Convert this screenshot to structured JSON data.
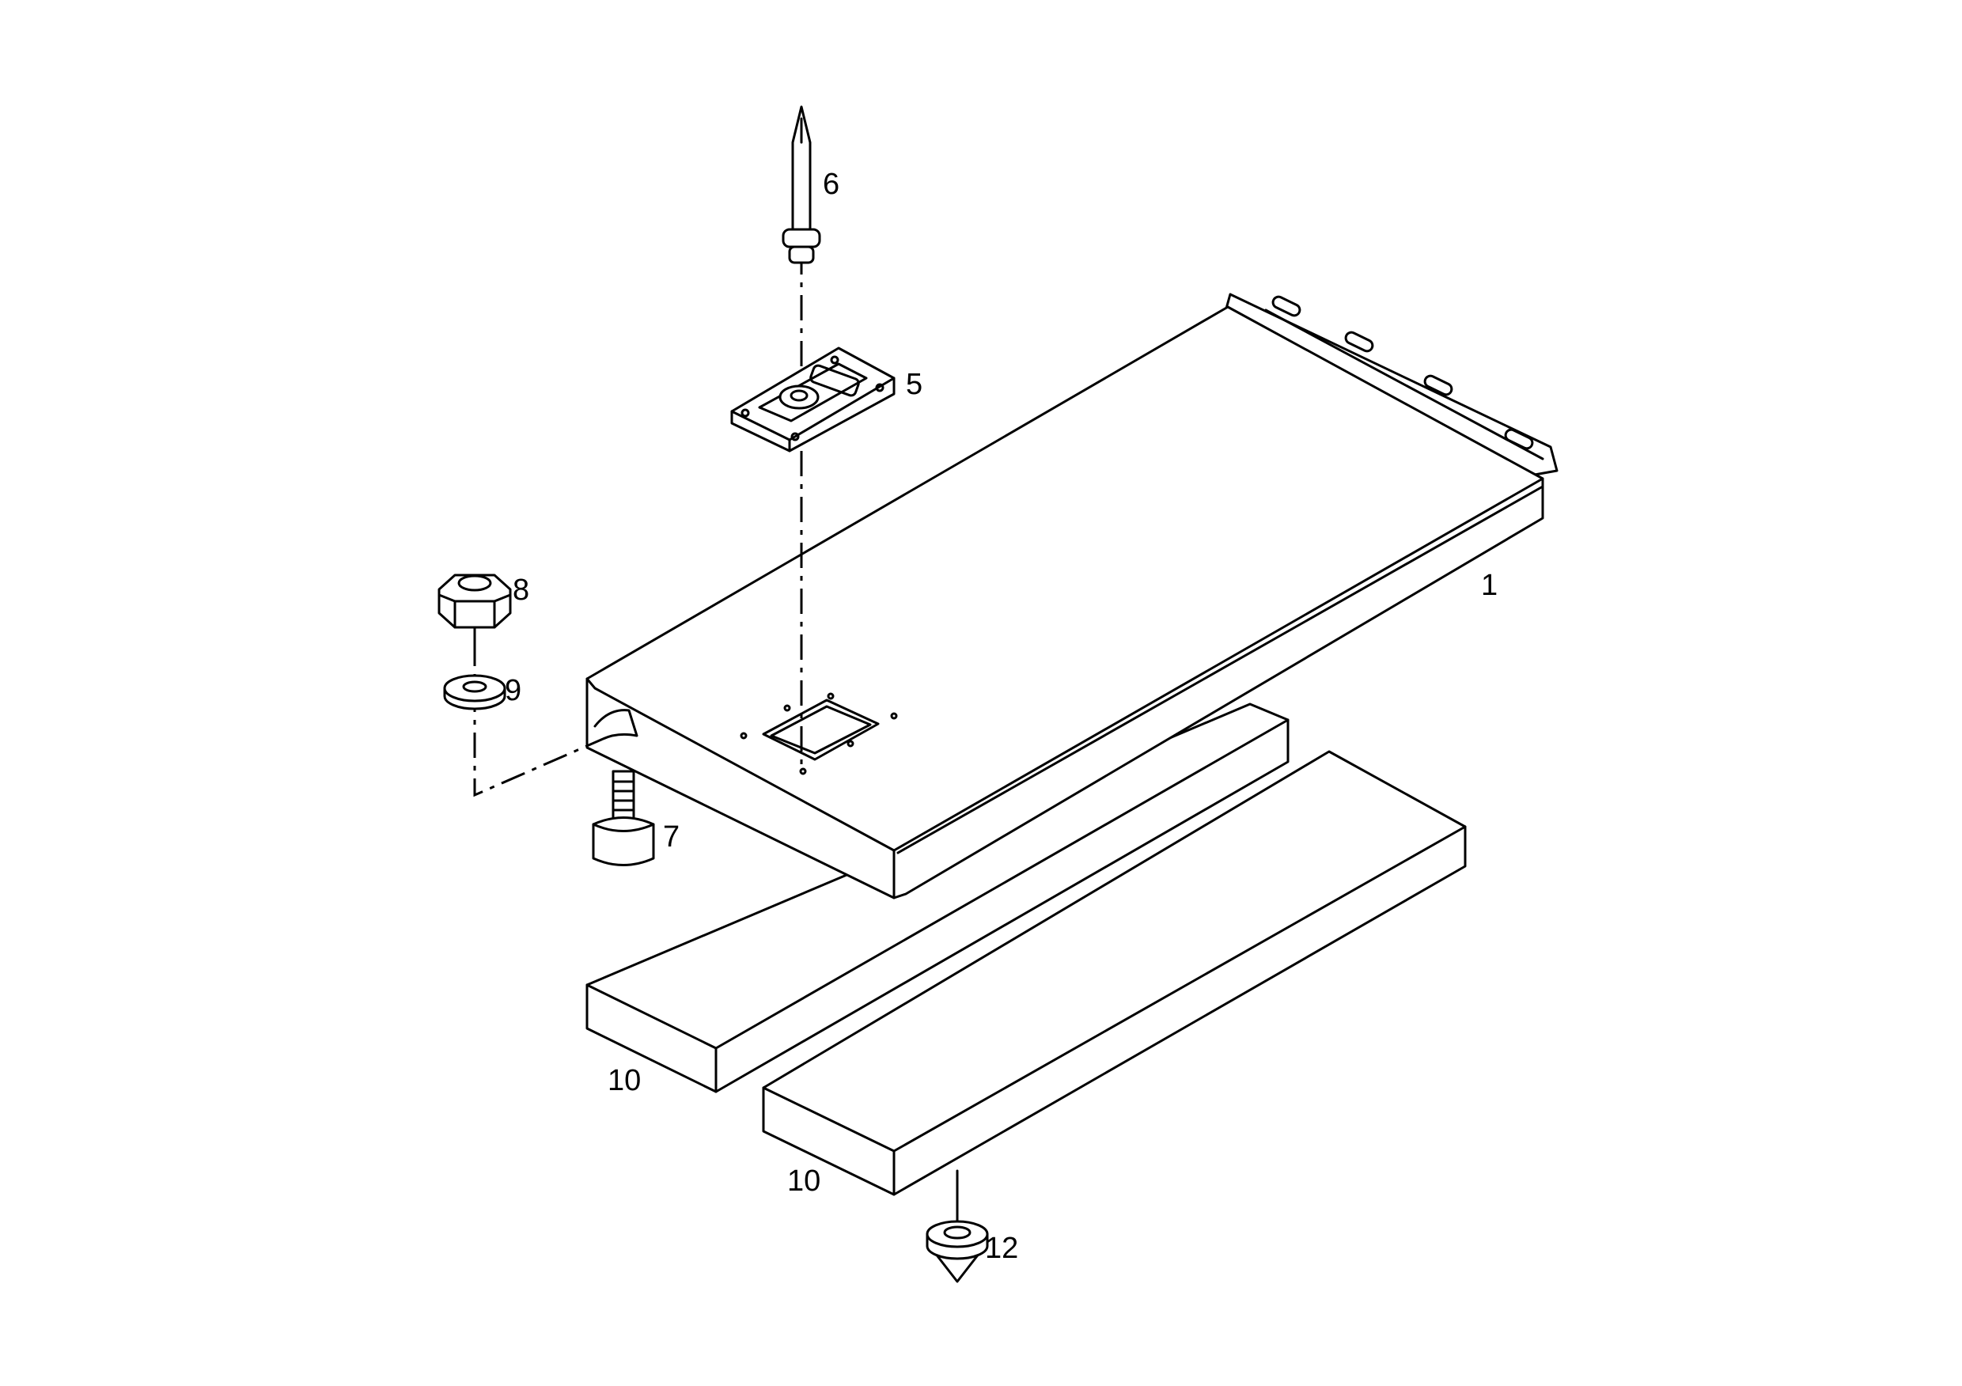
{
  "parts": [
    {
      "id": "lid",
      "label": "1"
    },
    {
      "id": "latch-plate",
      "label": "5"
    },
    {
      "id": "pin",
      "label": "6"
    },
    {
      "id": "bolt",
      "label": "7"
    },
    {
      "id": "nut",
      "label": "8"
    },
    {
      "id": "washer",
      "label": "9"
    },
    {
      "id": "block-left",
      "label": "10"
    },
    {
      "id": "block-right",
      "label": "10"
    },
    {
      "id": "foot",
      "label": "12"
    }
  ]
}
